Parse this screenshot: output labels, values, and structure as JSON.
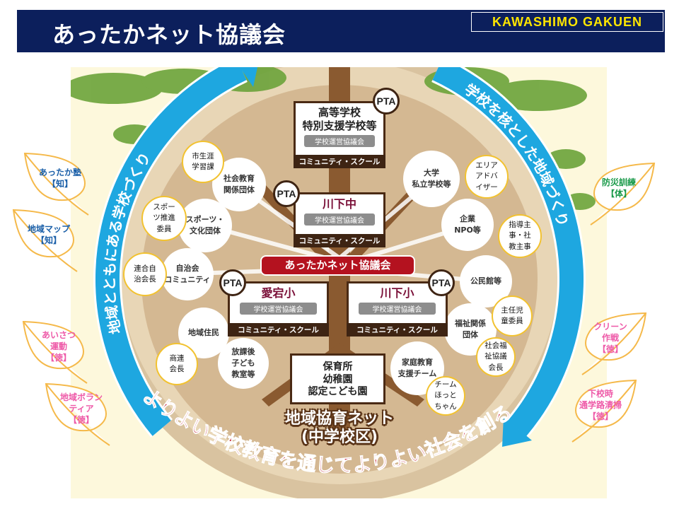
{
  "header": {
    "title": "あったかネット協議会",
    "logo": "KAWASHIMO GAKUEN"
  },
  "diagram": {
    "left_arc": "地域とともにある学校づくり",
    "right_arc": "学校を核とした地域づくり",
    "bottom_slogan": "よりよい学校教育を通じてよりよい社会を創る",
    "center_banner": "あったかネット協議会",
    "network": {
      "line1": "地域協育ネット",
      "line2": "(中学校区)"
    },
    "pta": "PTA",
    "cc": "学校運営協議会",
    "cs": "コミュニティ・スクール",
    "schools": {
      "high": "高等学校\n特別支援学校等",
      "jhs": "川下中",
      "atago": "愛宕小",
      "kawashimo_es": "川下小",
      "preschool": "保育所\n幼稚園\n認定こども園"
    },
    "orgs": [
      "社会教育\n関係団体",
      "スポーツ・\n文化団体",
      "自治会\nコミュニティ",
      "地域住民",
      "放課後\n子ども\n教室等",
      "大学\n私立学校等",
      "企業\nNPO等",
      "公民館等",
      "福祉関係\n団体",
      "家庭教育\n支援チーム"
    ],
    "roles": [
      "市生涯\n学習課",
      "スポー\nツ推進\n委員",
      "連合自\n治会長",
      "商連\n会長",
      "エリア\nアドバ\nイザー",
      "指導主\n事・社\n教主事",
      "主任児\n童委員",
      "社会福\n祉協議\n会長",
      "チーム\nほっと\nちゃん"
    ]
  },
  "leaves": [
    {
      "text": "あったか塾\n【知】",
      "color": "#1a5fa8"
    },
    {
      "text": "地域マップ\n【知】",
      "color": "#1a5fa8"
    },
    {
      "text": "あいさつ\n運動\n【徳】",
      "color": "#ee5aa8"
    },
    {
      "text": "地域ボラン\nティア\n【徳】",
      "color": "#ee5aa8"
    },
    {
      "text": "防災訓練\n【体】",
      "color": "#1a9a4a"
    },
    {
      "text": "クリーン\n作戦\n【徳】",
      "color": "#ee5aa8"
    },
    {
      "text": "下校時\n通学路清掃\n【徳】",
      "color": "#ee5aa8"
    }
  ],
  "colors": {
    "navy": "#0c1f5c",
    "logo": "#ffe600",
    "banner": "#b4121f",
    "arc": "#1ea7e0",
    "tan": "#d9c3a0"
  }
}
